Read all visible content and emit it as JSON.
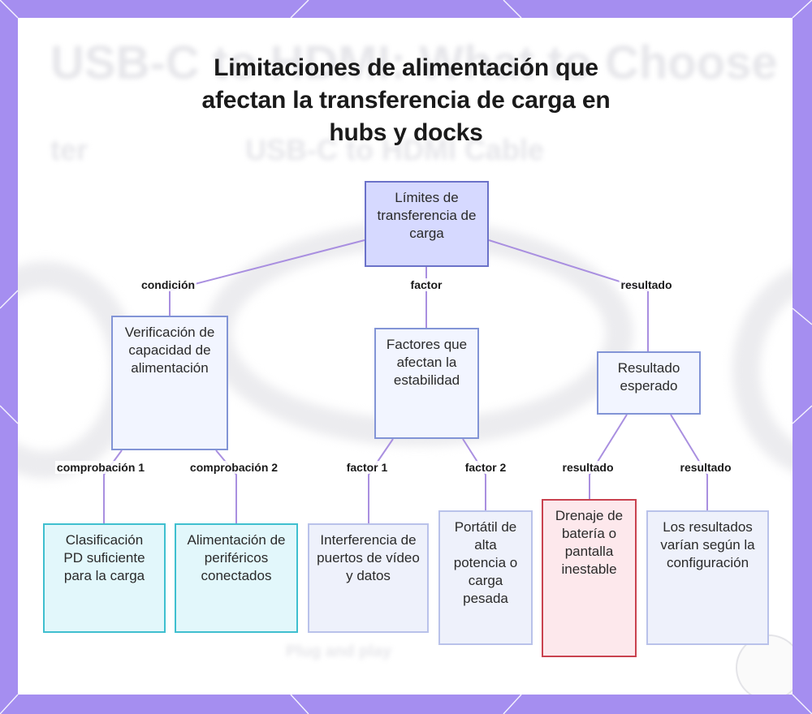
{
  "title_lines": [
    "Limitaciones de alimentación que",
    "afectan la transferencia de carga en",
    "hubs y docks"
  ],
  "background_text": {
    "heading": "USB-C to HDMI: What to Choose",
    "subheading": "USB-C to HDMI Cable",
    "left": "ter",
    "bottom": "Plug and play"
  },
  "nodes": {
    "root": "Límites de transferencia de carga",
    "verificacion": "Verificación de capacidad de alimentación",
    "factores": "Factores que afectan la estabilidad",
    "resultado": "Resultado esperado",
    "clasificacion": "Clasificación PD suficiente para la carga",
    "alimentacion": "Alimentación de periféricos conectados",
    "interferencia": "Interferencia de puertos de vídeo y datos",
    "portatil": "Portátil de alta potencia o carga pesada",
    "drenaje": "Drenaje de batería o pantalla inestable",
    "varian": "Los resultados varían según la configuración"
  },
  "edge_labels": {
    "condicion": "condición",
    "factor": "factor",
    "resultado_top": "resultado",
    "comprobacion1": "comprobación 1",
    "comprobacion2": "comprobación 2",
    "factor1": "factor 1",
    "factor2": "factor 2",
    "resultado_left": "resultado",
    "resultado_right": "resultado"
  },
  "colors": {
    "frame": "#a58ef0",
    "connector": "#a98fe0",
    "root_fill": "#d6d9ff",
    "teal_border": "#3fbfcf",
    "red_border": "#c9424f"
  }
}
